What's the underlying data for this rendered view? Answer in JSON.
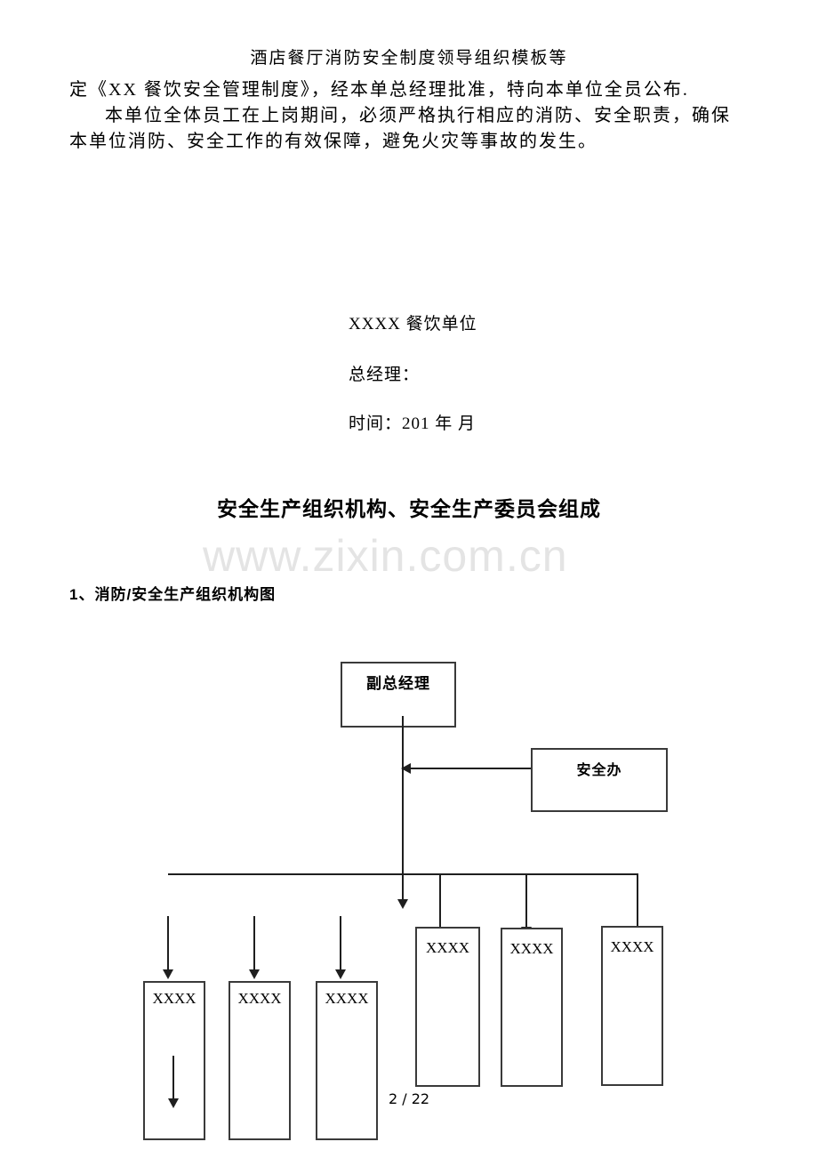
{
  "document": {
    "title": "酒店餐厅消防安全制度领导组织模板等",
    "paragraph": {
      "line1": "定《XX 餐饮安全管理制度》，经本单总经理批准，特向本单位全员公布.",
      "line2": "本单位全体员工在上岗期间，必须严格执行相应的消防、安全职责，确保",
      "line3": "本单位消防、安全工作的有效保障，避免火灾等事故的发生。"
    },
    "signature": {
      "unit": "XXXX 餐饮单位",
      "manager_label": "总经理：",
      "time_label": "时间：201 年  月"
    },
    "section_heading": "安全生产组织机构、安全生产委员会组成",
    "watermark": "www.zixin.com.cn",
    "sub_heading": "1、消防/安全生产组织机构图",
    "footer_page_number": "2 / 22"
  },
  "org_chart": {
    "deputy_gm": "副总经理",
    "safety_office": "安全办",
    "right_boxes": [
      "XXXX",
      "XXXX",
      "XXXX"
    ],
    "left_boxes": [
      "XXXX",
      "XXXX",
      "XXXX"
    ]
  },
  "colors": {
    "watermark": "#e4e4e4",
    "line": "#1f1f1f",
    "text": "#000000"
  }
}
